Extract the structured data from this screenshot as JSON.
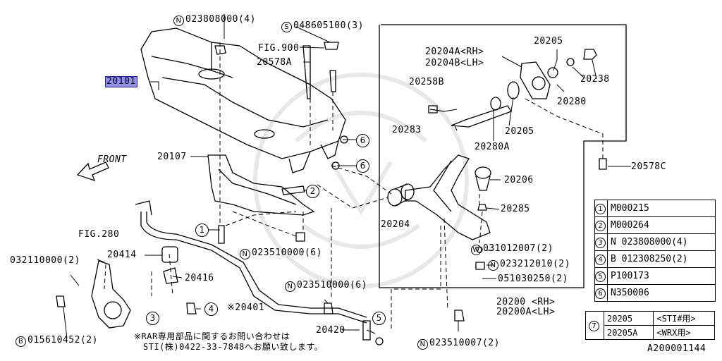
{
  "diagram": {
    "highlighted_part": "20101",
    "front_label": "FRONT",
    "labels": {
      "nut_top": "023808000(4)",
      "screw_top": "048605100(3)",
      "fig900": "FIG.900",
      "p20578a": "20578A",
      "p20101": "20101",
      "p20107": "20107",
      "p20204a": "20204A<RH>",
      "p20204b": "20204B<LH>",
      "p20205_top": "20205",
      "p20238": "20238",
      "p20280": "20280",
      "p20258b": "20258B",
      "p20283": "20283",
      "p20205_mid": "20205",
      "p20280a": "20280A",
      "p20578c": "20578C",
      "p20206": "20206",
      "p20285": "20285",
      "p20204": "20204",
      "fig280": "FIG.280",
      "bolt_left": "032110000(2)",
      "p20414": "20414",
      "p20416": "20416",
      "nut_mid": "023510000(6)",
      "washer_w": "031012007(2)",
      "nut_n2": "023212010(2)",
      "pin": "051030250(2)",
      "nut_stab": "023510000(6)",
      "p20401": "※20401",
      "p20200": "20200 <RH>",
      "p20200a": "20200A<LH>",
      "p20420": "20420",
      "nut_bottom": "023510007(2)",
      "bolt_bottom": "015610452(2)",
      "note1": "※RAR専用部品に関するお問い合わせは",
      "note2": "STI(株)0422-33-7848へお願い致します。",
      "ref_code": "A200001144"
    },
    "prefixes": {
      "nut_top": "N",
      "screw_top": "S",
      "nut_mid": "N",
      "washer_w": "W",
      "nut_n2": "N",
      "nut_stab": "N",
      "nut_bottom": "N",
      "bolt_bottom": "B"
    },
    "callouts": {
      "c6a": "6",
      "c6b": "6",
      "c2": "2",
      "c1": "1",
      "c3": "3",
      "c4": "4",
      "c5": "5"
    }
  },
  "legend": [
    {
      "key": "1",
      "value": "M000215"
    },
    {
      "key": "2",
      "value": "M000264"
    },
    {
      "key": "3",
      "value": "N 023808000(4)"
    },
    {
      "key": "4",
      "value": "B 012308250(2)"
    },
    {
      "key": "5",
      "value": "P100173"
    },
    {
      "key": "6",
      "value": "N350006"
    }
  ],
  "variants": {
    "key": "7",
    "rows": [
      {
        "part": "20205",
        "note": "<STI#用>"
      },
      {
        "part": "20205A",
        "note": "<WRX用>"
      }
    ]
  }
}
